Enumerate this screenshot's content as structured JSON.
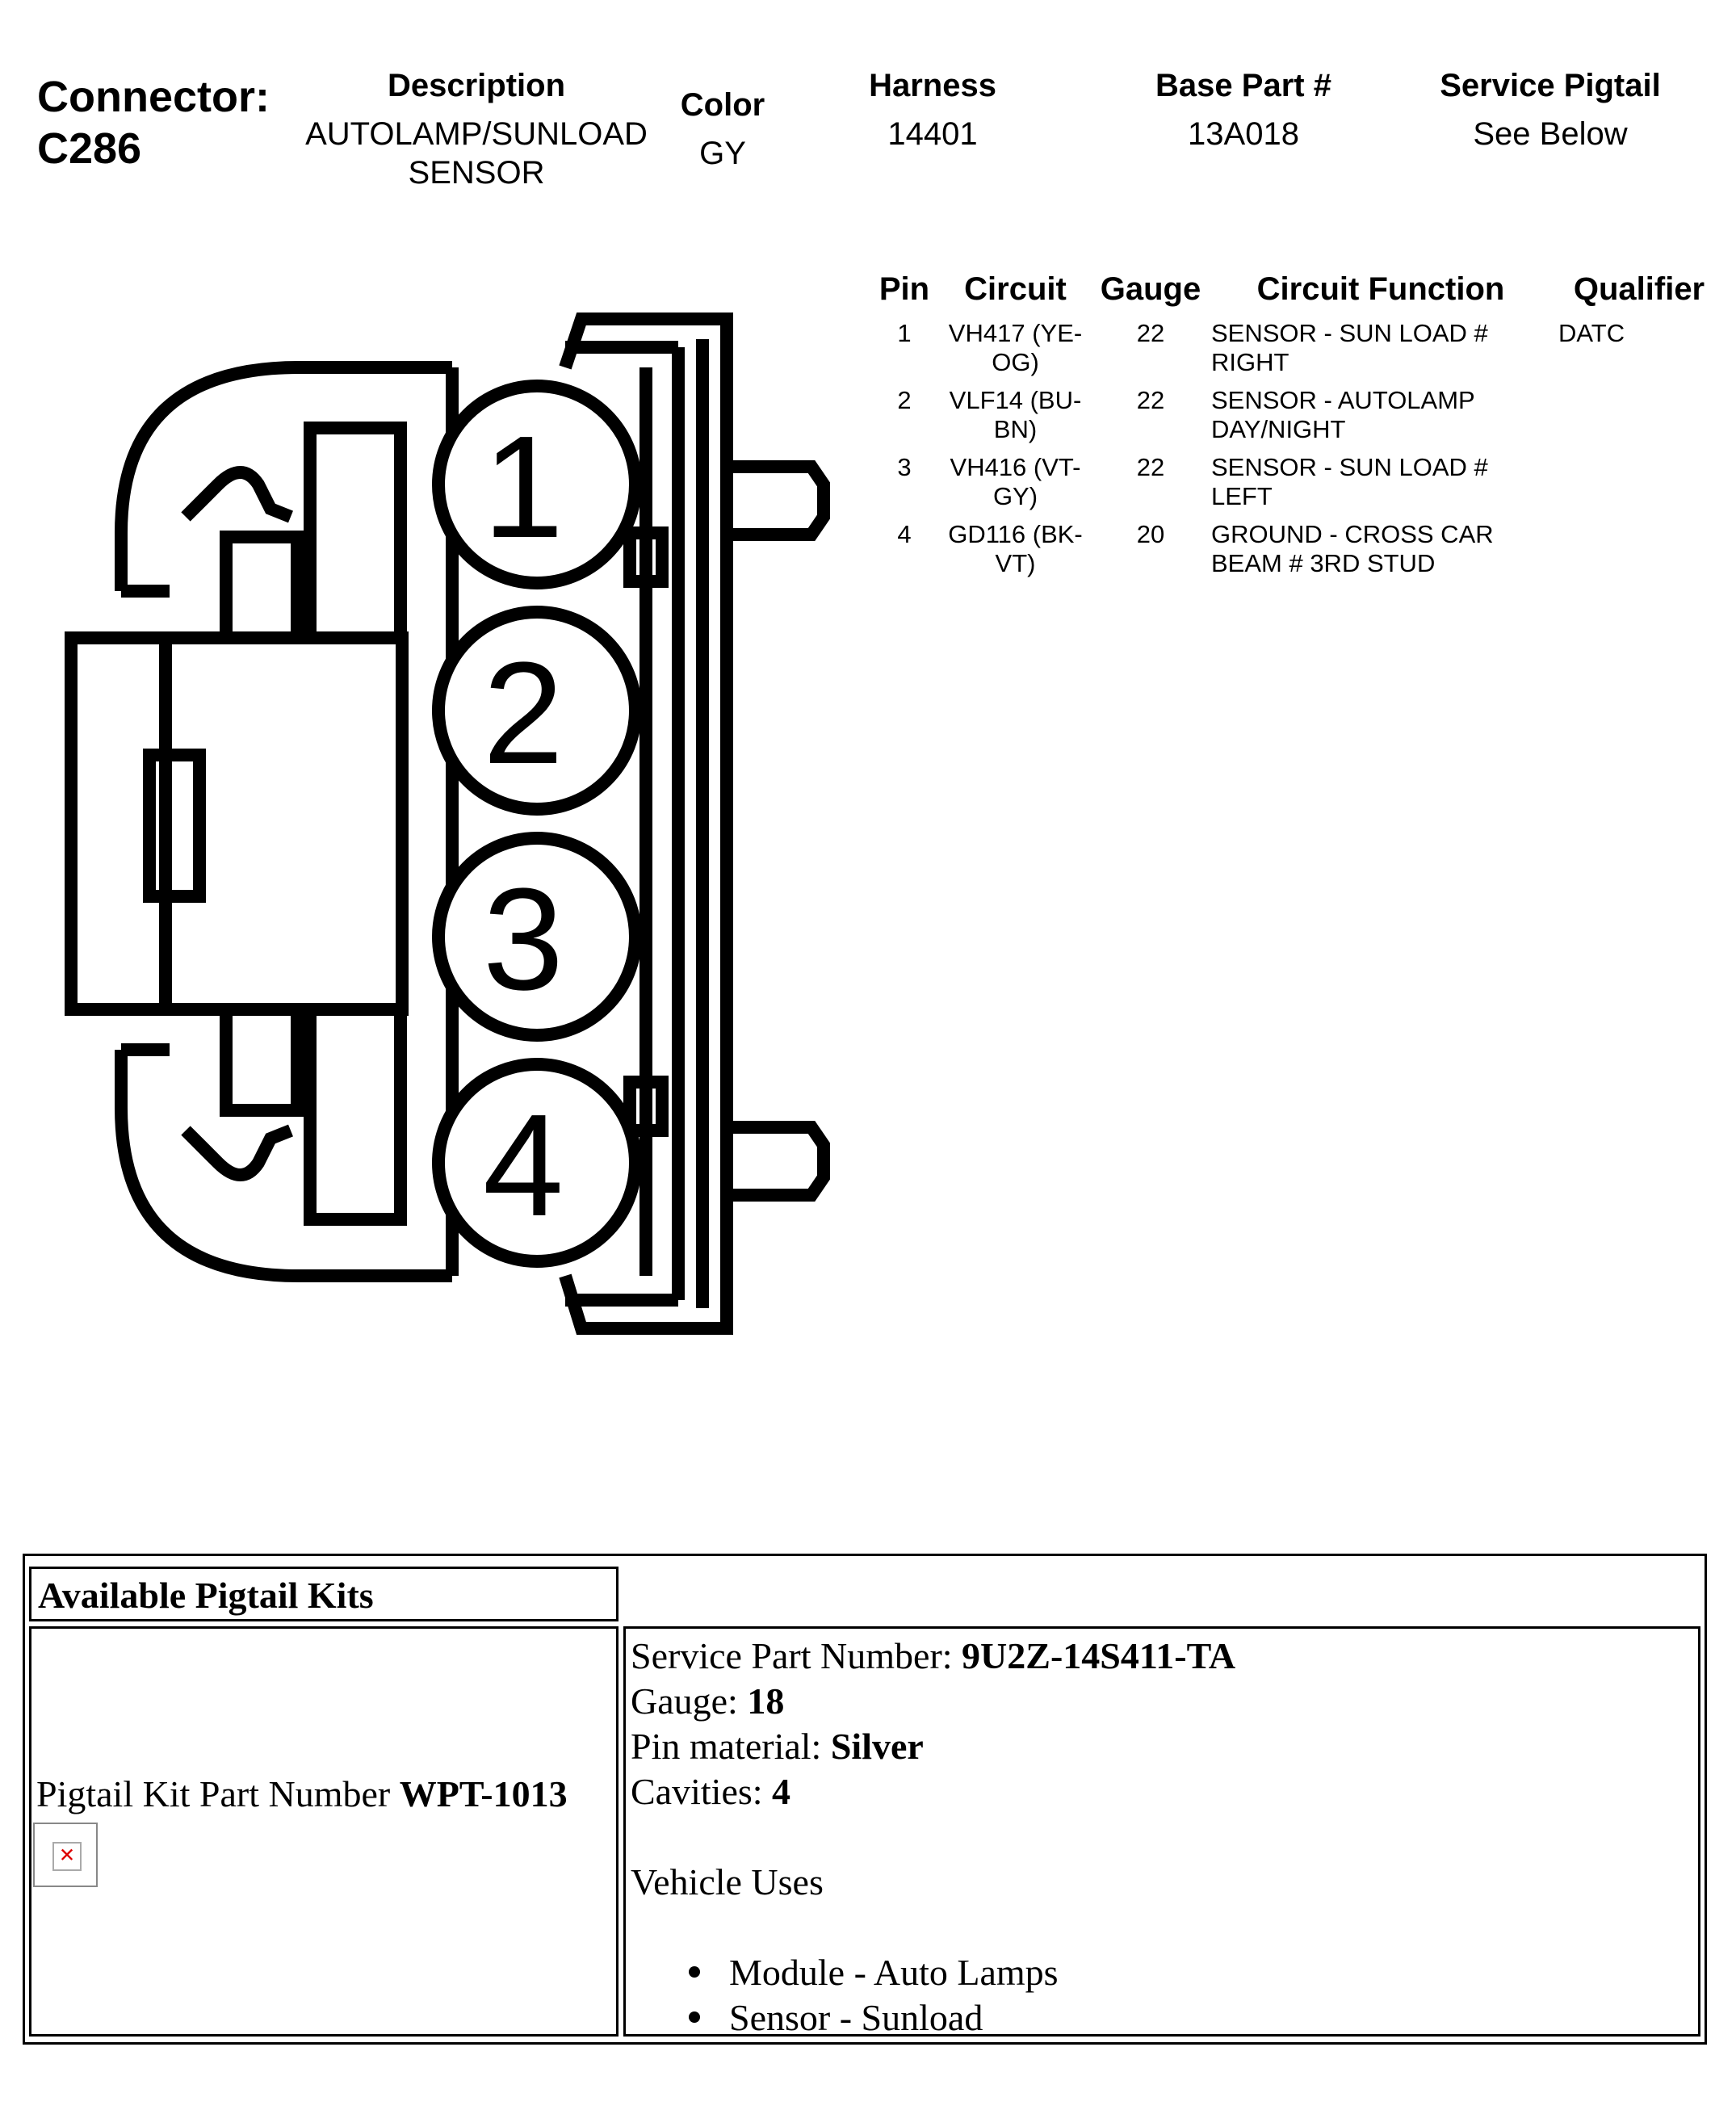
{
  "connector": {
    "label": "Connector:",
    "id": "C286"
  },
  "header": {
    "description_label": "Description",
    "description_line1": "AUTOLAMP/SUNLOAD",
    "description_line2": "SENSOR",
    "color_label": "Color",
    "color_value": "GY",
    "harness_label": "Harness",
    "harness_value": "14401",
    "base_part_label": "Base Part #",
    "base_part_value": "13A018",
    "service_pigtail_label": "Service Pigtail",
    "service_pigtail_value": "See Below"
  },
  "diagram": {
    "pin_numbers": [
      "1",
      "2",
      "3",
      "4"
    ]
  },
  "pin_table": {
    "headers": [
      "Pin",
      "Circuit",
      "Gauge",
      "Circuit Function",
      "Qualifier"
    ],
    "rows": [
      {
        "pin": "1",
        "circuit_l1": "VH417 (YE-",
        "circuit_l2": "OG)",
        "gauge": "22",
        "function_l1": "SENSOR - SUN LOAD #",
        "function_l2": "RIGHT",
        "qualifier": "DATC"
      },
      {
        "pin": "2",
        "circuit_l1": "VLF14 (BU-",
        "circuit_l2": "BN)",
        "gauge": "22",
        "function_l1": "SENSOR - AUTOLAMP",
        "function_l2": "DAY/NIGHT",
        "qualifier": ""
      },
      {
        "pin": "3",
        "circuit_l1": "VH416 (VT-",
        "circuit_l2": "GY)",
        "gauge": "22",
        "function_l1": "SENSOR - SUN LOAD #",
        "function_l2": "LEFT",
        "qualifier": ""
      },
      {
        "pin": "4",
        "circuit_l1": "GD116 (BK-",
        "circuit_l2": "VT)",
        "gauge": "20",
        "function_l1": "GROUND - CROSS CAR",
        "function_l2": "BEAM # 3RD STUD",
        "qualifier": ""
      }
    ]
  },
  "pigtail": {
    "title": "Available Pigtail Kits",
    "kit_label": "Pigtail Kit Part Number ",
    "kit_number": "WPT-1013",
    "service_part_label": "Service Part Number: ",
    "service_part_value": "9U2Z-14S411-TA",
    "gauge_label": "Gauge: ",
    "gauge_value": "18",
    "pin_material_label": "Pin material: ",
    "pin_material_value": "Silver",
    "cavities_label": "Cavities: ",
    "cavities_value": "4",
    "vehicle_uses_label": "Vehicle Uses",
    "vehicle_uses": [
      "Module - Auto Lamps",
      "Sensor - Sunload"
    ]
  }
}
